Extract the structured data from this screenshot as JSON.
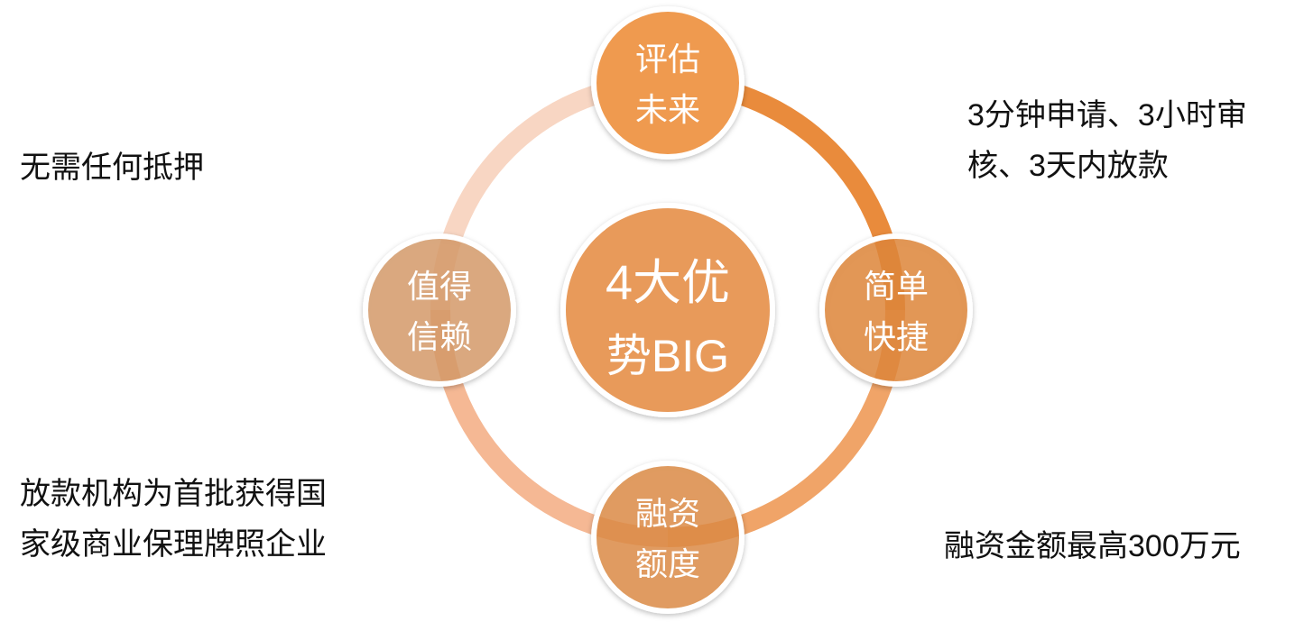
{
  "center": {
    "line1": "4大优",
    "line2": "势BIG"
  },
  "nodes": {
    "top": {
      "line1": "评估",
      "line2": "未来"
    },
    "right": {
      "line1": "简单",
      "line2": "快捷"
    },
    "bottom": {
      "line1": "融资",
      "line2": "额度"
    },
    "left": {
      "line1": "值得",
      "line2": "信赖"
    }
  },
  "notes": {
    "top_left": "无需任何抵押",
    "top_right": [
      "3分钟申请、3小时审",
      "核、3天内放款"
    ],
    "bottom_left": [
      "放款机构为首批获得国",
      "家级商业保理牌照企业"
    ],
    "bottom_right": "融资金额最高300万元"
  },
  "colors": {
    "ring_tr": "#e98b3c",
    "ring_br": "#f0a468",
    "ring_bl": "#f5b894",
    "ring_tl": "#f8d6c3",
    "accent": "#ef9a50"
  }
}
